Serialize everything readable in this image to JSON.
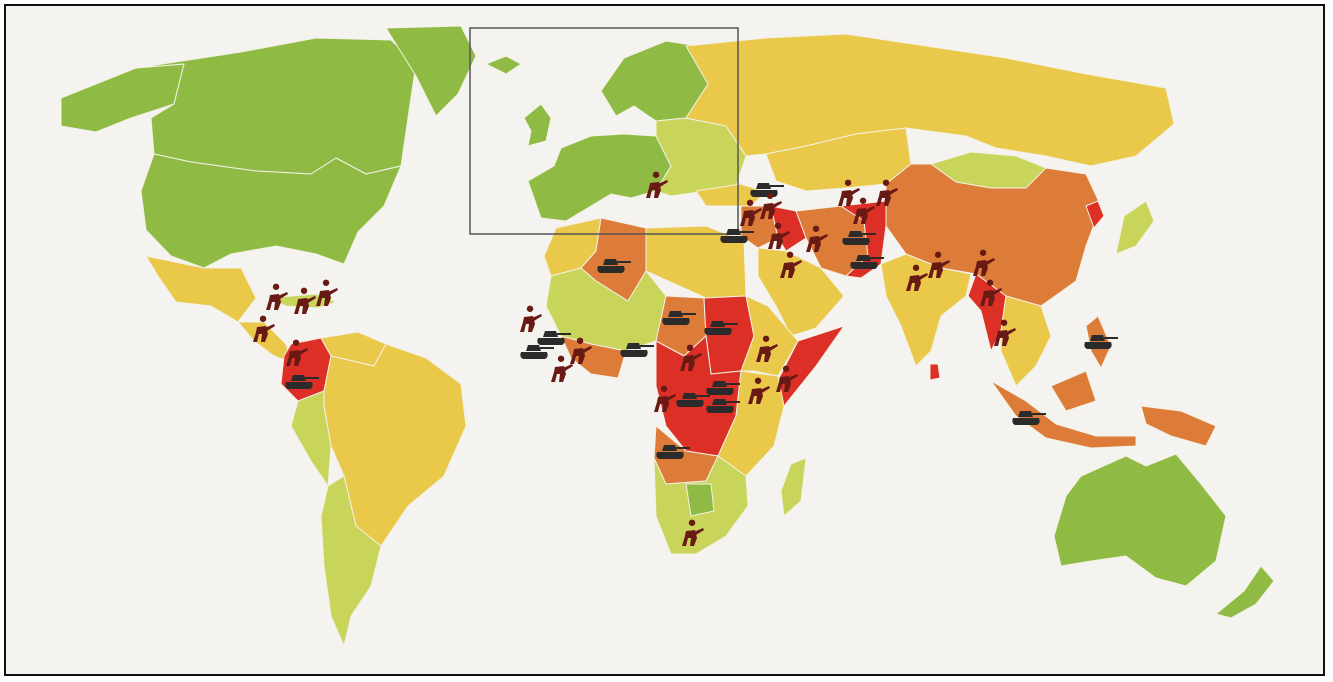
{
  "map": {
    "risk_colors": {
      "very_low": "#8fbb45",
      "low": "#c9d55a",
      "medium": "#e9c84a",
      "high": "#dd7c38",
      "very_high": "#dc2f25"
    },
    "marker_colors": {
      "soldier": "#6a1a14",
      "tank": "#2b2b2b"
    },
    "icons": {
      "soldier": "soldier-icon",
      "tank": "tank-icon",
      "inset": "europe-inset-frame"
    },
    "regions": [
      {
        "name": "alaska",
        "risk": "very_low"
      },
      {
        "name": "canada",
        "risk": "very_low"
      },
      {
        "name": "greenland",
        "risk": "very_low"
      },
      {
        "name": "usa",
        "risk": "very_low"
      },
      {
        "name": "mexico",
        "risk": "medium"
      },
      {
        "name": "central-america",
        "risk": "medium"
      },
      {
        "name": "caribbean",
        "risk": "low"
      },
      {
        "name": "colombia",
        "risk": "very_high"
      },
      {
        "name": "venezuela",
        "risk": "medium"
      },
      {
        "name": "brazil",
        "risk": "medium"
      },
      {
        "name": "peru",
        "risk": "low"
      },
      {
        "name": "southern-cone",
        "risk": "low"
      },
      {
        "name": "iceland",
        "risk": "very_low"
      },
      {
        "name": "uk",
        "risk": "very_low"
      },
      {
        "name": "scandinavia",
        "risk": "very_low"
      },
      {
        "name": "western-europe",
        "risk": "very_low"
      },
      {
        "name": "eastern-europe",
        "risk": "low"
      },
      {
        "name": "russia",
        "risk": "medium"
      },
      {
        "name": "turkey",
        "risk": "medium"
      },
      {
        "name": "kazakhstan",
        "risk": "medium"
      },
      {
        "name": "mongolia",
        "risk": "low"
      },
      {
        "name": "china",
        "risk": "high"
      },
      {
        "name": "north-korea",
        "risk": "very_high"
      },
      {
        "name": "japan",
        "risk": "low"
      },
      {
        "name": "middle-east",
        "risk": "high"
      },
      {
        "name": "iraq",
        "risk": "very_high"
      },
      {
        "name": "arabia",
        "risk": "medium"
      },
      {
        "name": "iran",
        "risk": "high"
      },
      {
        "name": "afghanistan-pakistan",
        "risk": "very_high"
      },
      {
        "name": "india",
        "risk": "medium"
      },
      {
        "name": "myanmar",
        "risk": "very_high"
      },
      {
        "name": "southeast-asia",
        "risk": "medium"
      },
      {
        "name": "sri-lanka",
        "risk": "very_high"
      },
      {
        "name": "philippines",
        "risk": "high"
      },
      {
        "name": "indonesia",
        "risk": "high"
      },
      {
        "name": "papua",
        "risk": "high"
      },
      {
        "name": "australia",
        "risk": "very_low"
      },
      {
        "name": "new-zealand",
        "risk": "very_low"
      },
      {
        "name": "north-africa",
        "risk": "medium"
      },
      {
        "name": "algeria",
        "risk": "high"
      },
      {
        "name": "egypt-libya",
        "risk": "medium"
      },
      {
        "name": "sahel",
        "risk": "low"
      },
      {
        "name": "west-africa-coast",
        "risk": "high"
      },
      {
        "name": "chad",
        "risk": "high"
      },
      {
        "name": "sudan",
        "risk": "very_high"
      },
      {
        "name": "ethiopia",
        "risk": "medium"
      },
      {
        "name": "somalia",
        "risk": "very_high"
      },
      {
        "name": "drc",
        "risk": "very_high"
      },
      {
        "name": "east-africa",
        "risk": "medium"
      },
      {
        "name": "angola",
        "risk": "high"
      },
      {
        "name": "southern-africa",
        "risk": "low"
      },
      {
        "name": "botswana",
        "risk": "very_low"
      },
      {
        "name": "madagascar",
        "risk": "low"
      }
    ]
  }
}
